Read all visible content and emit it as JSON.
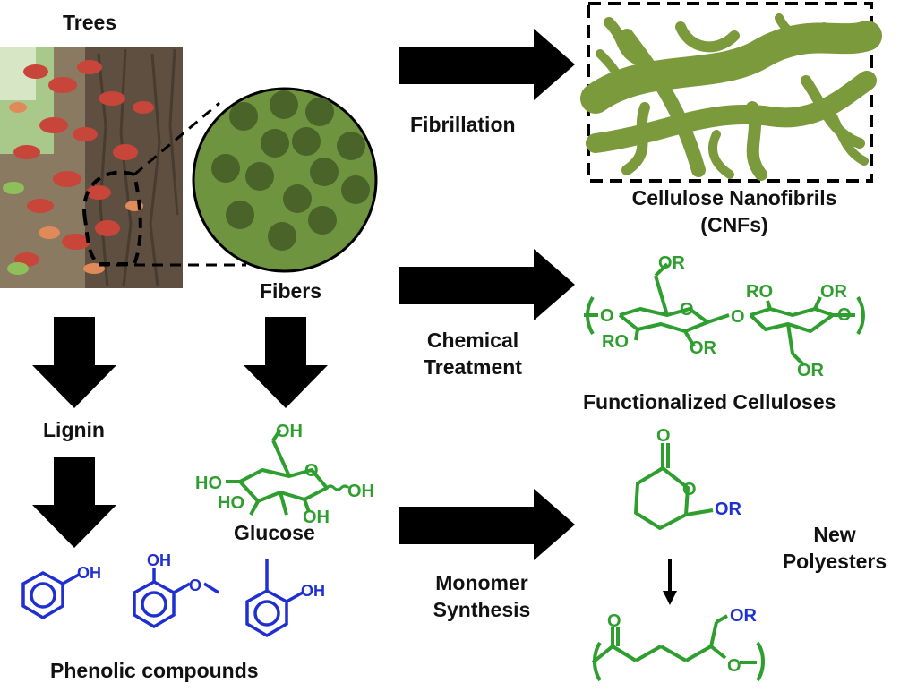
{
  "labels": {
    "trees": "Trees",
    "fibers": "Fibers",
    "lignin": "Lignin",
    "glucose": "Glucose",
    "phenolic": "Phenolic compounds",
    "fibrillation": "Fibrillation",
    "cnf_line1": "Cellulose Nanofibrils",
    "cnf_line2": "(CNFs)",
    "chemical_line1": "Chemical",
    "chemical_line2": "Treatment",
    "functionalized": "Functionalized Celluloses",
    "monomer_line1": "Monomer",
    "monomer_line2": "Synthesis",
    "polyesters_line1": "New",
    "polyesters_line2": "Polyesters"
  },
  "chem": {
    "oh": "OH",
    "or": "OR",
    "ro": "RO",
    "ho": "HO",
    "o": "O"
  },
  "colors": {
    "green": "#2e9e2e",
    "blue": "#1f2fd0",
    "fiber_fill": "#6f9440",
    "fiber_dot": "#4a6328",
    "nanofibril": "#7a9a3c",
    "arrow": "#000000",
    "leaf_red": "#c2473a",
    "bark": "#6b5a48"
  }
}
